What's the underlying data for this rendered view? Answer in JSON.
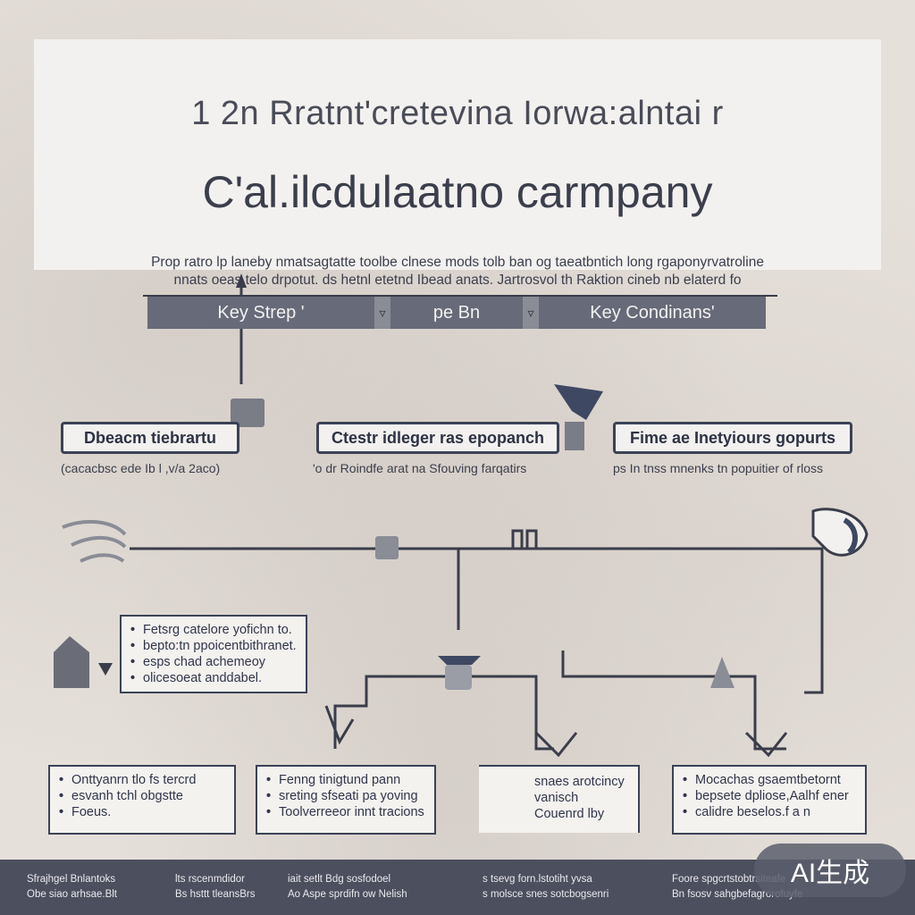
{
  "header": {
    "title_line1": "1 2n Rratnt'cretevina Iorwa:alntai r",
    "title_line2": "C'al.ilcdulaatno carmpany",
    "desc_line1": "Prop ratro lp laneby nmatsagtatte toolbe clnese mods tolb ban og taeatbntich long rgaponyrvatroline",
    "desc_line2": "nnats oeas telo drpotut. ds hetnl etetnd Ibead anats. Jartrosvol th Raktion cineb nb elaterd fo"
  },
  "tabs": [
    {
      "label": "Key Strep '"
    },
    {
      "label": "pe Bn"
    },
    {
      "label": "Key Condinans'"
    }
  ],
  "sections": [
    {
      "title": "Dbeacm tiebrartu",
      "subtitle": "(cacacbsc ede Ib l ,v/a 2aco)"
    },
    {
      "title": "Ctestr idleger ras epopanch",
      "subtitle": "'o dr Roindfe arat na Sfouving farqatirs"
    },
    {
      "title": "Fime ae Inetyiours gopurts",
      "subtitle": "ps In tnss mnenks tn popuitier of rloss"
    }
  ],
  "cards": [
    {
      "items": [
        "Fetsrg catelore yofichn to.",
        "bepto:tn ppoicentbithranet.",
        "esps chad achemeoy",
        "olicesoeat anddabel."
      ]
    },
    {
      "items": [
        "Onttyanrn tlo fs tercrd",
        "esvanh tchl obgstte",
        "Foeus."
      ]
    },
    {
      "items": [
        "Fenng tinigtund pann",
        "sreting sfseati pa yoving",
        "Toolverreeor innt tracions"
      ]
    },
    {
      "items": [
        "snaes arotcincy",
        "vanisch",
        "Couenrd lby"
      ]
    },
    {
      "items": [
        "Mocachas gsaemtbetornt",
        "bepsete dpliose,Aalhf ener",
        "calidre beselos.f a n"
      ]
    }
  ],
  "footer": {
    "cols": [
      {
        "l1": "Sfrajhgel Bnlantoks",
        "l2": "Obe siao arhsae.Blt"
      },
      {
        "l1": "lts rscenmdidor",
        "l2": "Bs hsttt tleansBrs"
      },
      {
        "l1": "iait setlt Bdg sosfodoel",
        "l2": "Ao Aspe sprdifn ow Nelish"
      },
      {
        "l1": "s tsevg forn.lstotiht yvsa",
        "l2": "s molsce snes sotcbogsenri"
      },
      {
        "l1": "Foore spgcrtstobtrsiteafe",
        "l2": "Bn fsosv sahgbefagrorofuyfe"
      }
    ]
  },
  "watermark": "AI生成",
  "colors": {
    "navy": "#3b4256",
    "tab_gray": "#676a78",
    "footer": "#4c4f5e",
    "paper": "#f3f1ef"
  }
}
